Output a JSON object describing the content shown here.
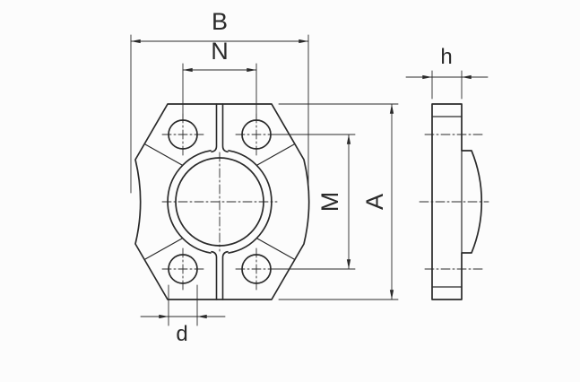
{
  "drawing": {
    "background_color": "#fcfcfc",
    "line_color": "#2a2a2a",
    "labels": {
      "overall_width": "B",
      "bolt_hole_spacing": "N",
      "bolt_pattern_height": "M",
      "overall_height": "A",
      "bolt_hole_diameter": "d",
      "thickness": "h"
    }
  }
}
